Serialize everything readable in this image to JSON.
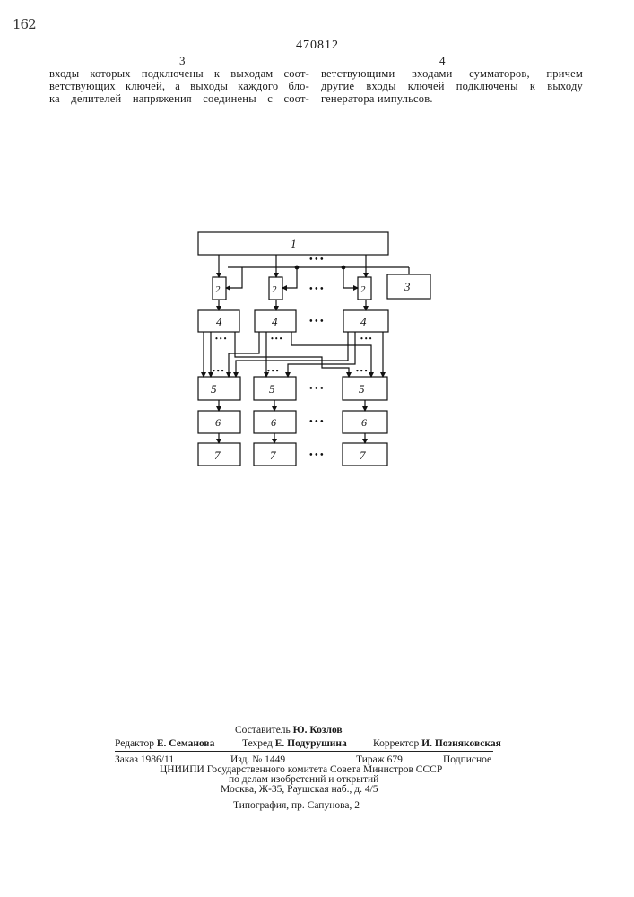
{
  "header": {
    "handwritten": "162",
    "patent_number": "470812",
    "col_left_no": "3",
    "col_right_no": "4"
  },
  "text": {
    "left_lines": [
      "входы которых подключены к выходам соот-",
      "ветствующих ключей, а выходы каждого бло-",
      "ка делителей напряжения соединены с соот-"
    ],
    "right_lines": [
      "ветствующими входами сумматоров, причем",
      "другие входы ключей подключены к выходу",
      "генератора импульсов."
    ]
  },
  "diagram": {
    "block1": "1",
    "block2": "2",
    "block3": "3",
    "block4": "4",
    "block5": "5",
    "block6": "6",
    "block7": "7",
    "ellipsis": "• • •"
  },
  "imprint": {
    "compiler_label": "Составитель",
    "compiler_name": "Ю. Козлов",
    "editor_label": "Редактор",
    "editor_name": "Е. Семанова",
    "techred_label": "Техред",
    "techred_name": "Е. Подурушина",
    "corrector_label": "Корректор",
    "corrector_name": "И. Позняковская",
    "order": "Заказ 1986/11",
    "edition": "Изд. № 1449",
    "circulation": "Тираж 679",
    "subscription": "Подписное",
    "org_line1": "ЦНИИПИ Государственного комитета Совета Министров СССР",
    "org_line2": "по делам изобретений и открытий",
    "org_line3": "Москва, Ж-35, Раушская наб., д. 4/5",
    "printer": "Типография, пр. Сапунова, 2"
  }
}
